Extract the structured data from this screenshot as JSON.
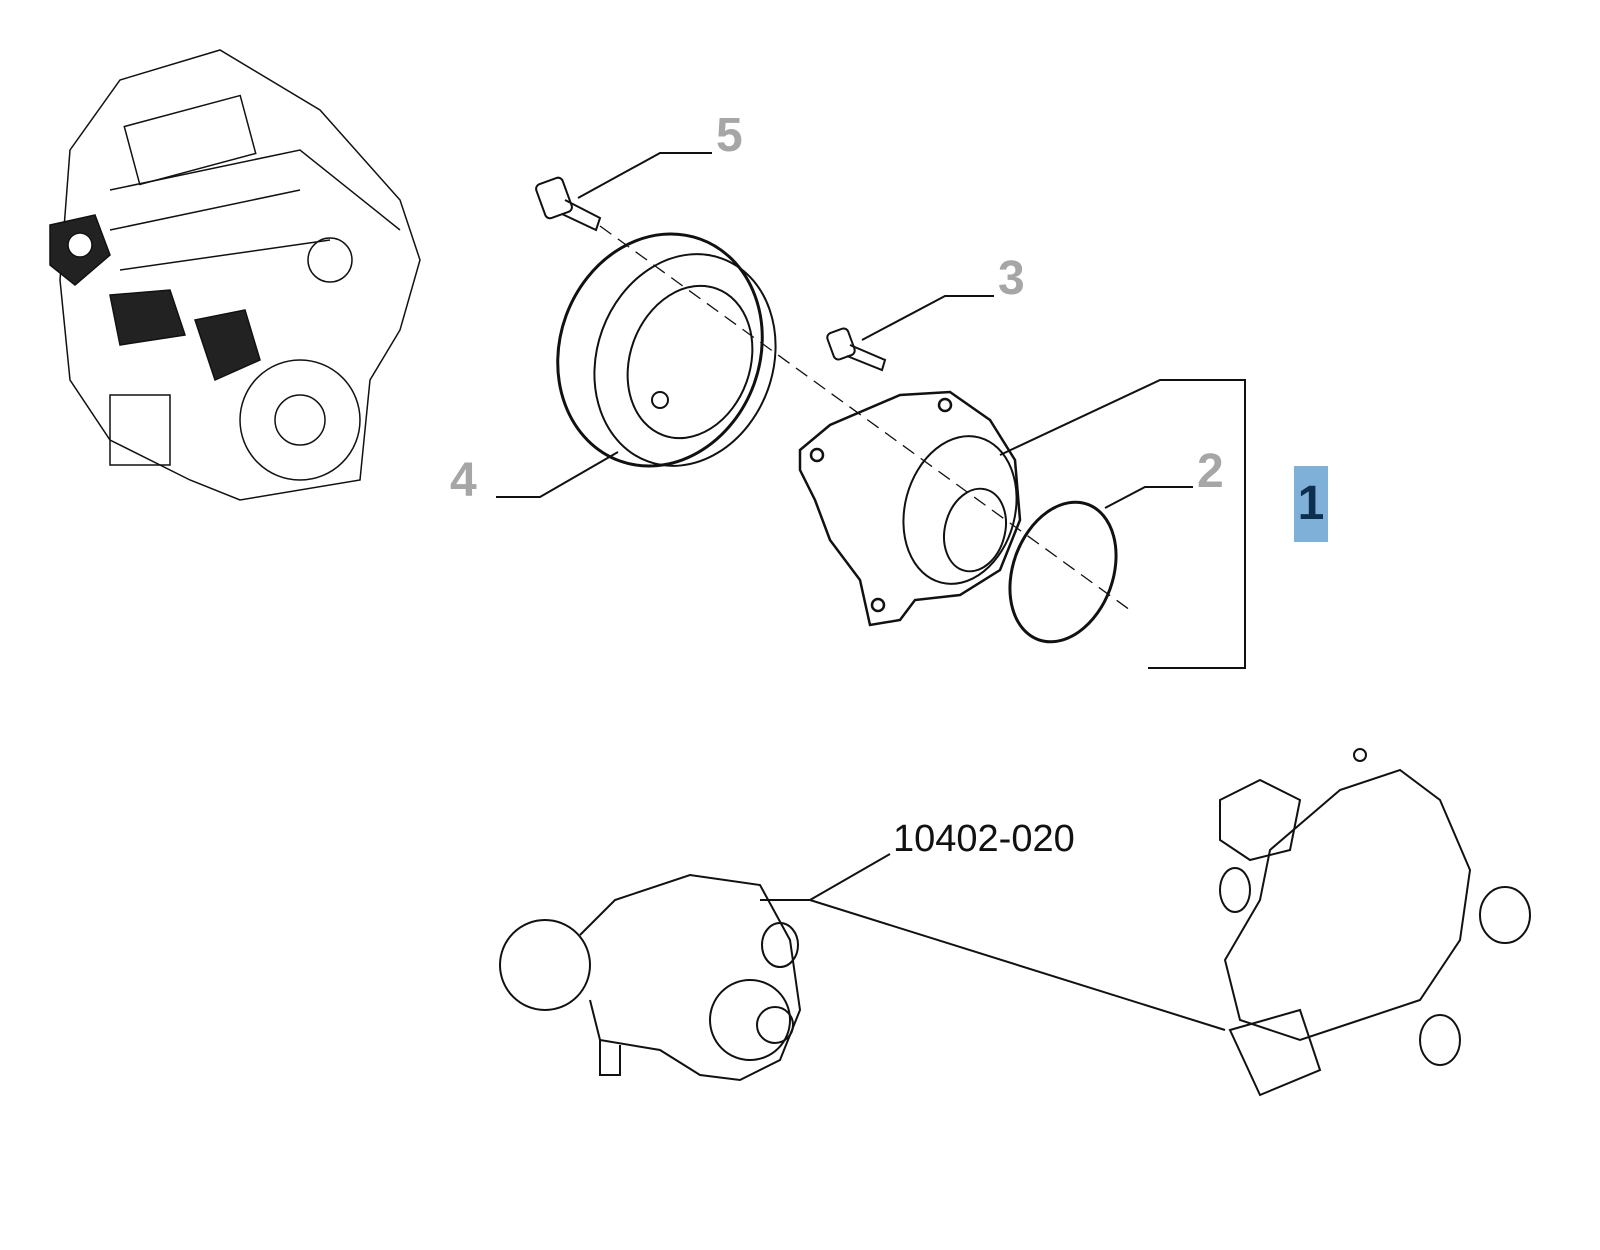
{
  "diagram": {
    "title": "Water pump and thermostat exploded view",
    "callouts": [
      {
        "id": "1",
        "label": "1",
        "selected": true
      },
      {
        "id": "2",
        "label": "2"
      },
      {
        "id": "3",
        "label": "3"
      },
      {
        "id": "4",
        "label": "4"
      },
      {
        "id": "5",
        "label": "5"
      }
    ],
    "reference_code": "10402-020",
    "colors": {
      "callout_text": "#a6a6a6",
      "selected_bg": "#7fb0d8",
      "selected_text": "#0d3050",
      "line": "#111111"
    }
  }
}
